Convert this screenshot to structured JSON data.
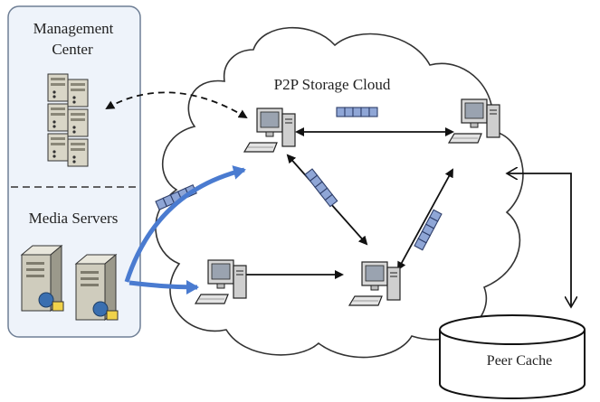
{
  "left_panel": {
    "management_label_line1": "Management",
    "management_label_line2": "Center",
    "media_label": "Media Servers"
  },
  "cloud": {
    "title": "P2P Storage Cloud"
  },
  "cache": {
    "label": "Peer Cache"
  },
  "colors": {
    "panel_fill": "#eef3fa",
    "panel_border": "#6f7f95",
    "packet_fill": "#8fa6d6",
    "packet_stroke": "#2f3f6a",
    "stream_arrow": "#4a7bd0",
    "server_fill": "#c8c6b8"
  },
  "icons": [
    "server-rack-icon",
    "media-server-icon",
    "peer-computer-icon",
    "packet-queue-icon",
    "cylinder-icon"
  ]
}
